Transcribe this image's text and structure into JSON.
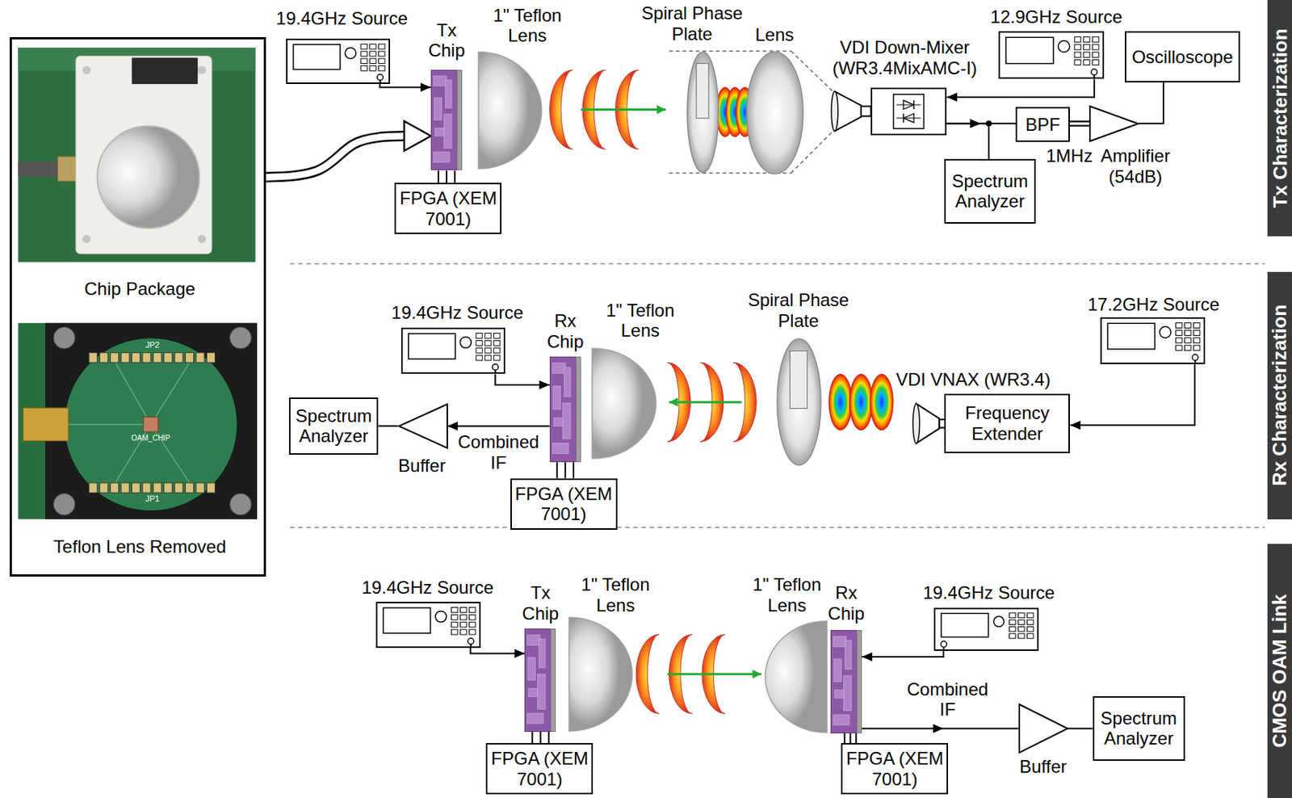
{
  "diagram": {
    "nodes": [
      {
        "text": [
          "Chip Package",
          "Teflon Lens Removed"
        ]
      },
      {
        "text": [
          "19.4GHz Source"
        ]
      },
      {
        "text": [
          "Tx Chip"
        ]
      },
      {
        "text": [
          "FPGA (XEM 7001)"
        ]
      },
      {
        "text": [
          "1\" Teflon Lens"
        ]
      },
      {
        "text": [
          "Spiral Phase Plate"
        ]
      },
      {
        "text": [
          "Lens"
        ]
      },
      {
        "text": [
          "VDI Down-Mixer (WR3.4MixAMC-I)"
        ]
      },
      {
        "text": [
          "12.9GHz Source"
        ]
      },
      {
        "text": [
          "Oscilloscope"
        ]
      },
      {
        "text": [
          "BPF",
          "1MHz"
        ]
      },
      {
        "text": [
          "Amplifier (54dB)"
        ]
      },
      {
        "text": [
          "Spectrum Analyzer"
        ]
      },
      {
        "text": [
          "Tx Characterization"
        ]
      },
      {
        "text": [
          "Spectrum Analyzer"
        ]
      },
      {
        "text": [
          "Buffer"
        ]
      },
      {
        "text": [
          "19.4GHz Source"
        ]
      },
      {
        "text": [
          "Rx Chip"
        ]
      },
      {
        "text": [
          "FPGA (XEM 7001)"
        ]
      },
      {
        "text": [
          "1\" Teflon Lens"
        ]
      },
      {
        "text": [
          "Spiral Phase Plate"
        ]
      },
      {
        "text": [
          "VDI VNAX (WR3.4)",
          "Frequency Extender"
        ]
      },
      {
        "text": [
          "17.2GHz Source"
        ]
      },
      {
        "text": [
          "Rx Characterization"
        ]
      },
      {
        "text": [
          "19.4GHz Source"
        ]
      },
      {
        "text": [
          "Tx Chip"
        ]
      },
      {
        "text": [
          "FPGA (XEM 7001)"
        ]
      },
      {
        "text": [
          "1\" Teflon Lens"
        ]
      },
      {
        "text": [
          "1\" Teflon Lens"
        ]
      },
      {
        "text": [
          "Rx Chip"
        ]
      },
      {
        "text": [
          "FPGA (XEM 7001)"
        ]
      },
      {
        "text": [
          "19.4GHz Source"
        ]
      },
      {
        "text": [
          "Buffer"
        ]
      },
      {
        "text": [
          "Spectrum Analyzer"
        ]
      },
      {
        "text": [
          "CMOS OAM Link"
        ]
      }
    ],
    "edges": [
      {
        "from": 0,
        "to": 2,
        "arrow": "to"
      },
      {
        "from": 1,
        "to": 2,
        "arrow": "to"
      },
      {
        "from": 3,
        "to": 2,
        "arrow": "none"
      },
      {
        "from": 3,
        "to": 2,
        "arrow": "none"
      },
      {
        "from": 3,
        "to": 2,
        "arrow": "none"
      },
      {
        "from": 8,
        "to": 7,
        "arrow": "to"
      },
      {
        "from": 7,
        "to": 10,
        "arrow": "to"
      },
      {
        "from": 7,
        "to": 12,
        "arrow": "to"
      },
      {
        "from": 10,
        "to": 11,
        "arrow": "none"
      },
      {
        "from": 11,
        "to": 9,
        "arrow": "none"
      },
      {
        "from": 16,
        "to": 17,
        "arrow": "to"
      },
      {
        "from": 18,
        "to": 17,
        "arrow": "none"
      },
      {
        "from": 18,
        "to": 17,
        "arrow": "none"
      },
      {
        "from": 18,
        "to": 17,
        "arrow": "none"
      },
      {
        "from": 17,
        "to": 15,
        "arrow": "to",
        "label": "Combined IF"
      },
      {
        "from": 15,
        "to": 14,
        "arrow": "none"
      },
      {
        "from": 22,
        "to": 21,
        "arrow": "to"
      },
      {
        "from": 24,
        "to": 25,
        "arrow": "to"
      },
      {
        "from": 26,
        "to": 25,
        "arrow": "none"
      },
      {
        "from": 26,
        "to": 25,
        "arrow": "none"
      },
      {
        "from": 26,
        "to": 25,
        "arrow": "none"
      },
      {
        "from": 31,
        "to": 29,
        "arrow": "to"
      },
      {
        "from": 29,
        "to": 32,
        "arrow": "to",
        "label": "Combined IF"
      },
      {
        "from": 32,
        "to": 33,
        "arrow": "none"
      },
      {
        "from": 30,
        "to": 29,
        "arrow": "none"
      },
      {
        "from": 30,
        "to": 29,
        "arrow": "none"
      },
      {
        "from": 30,
        "to": 29,
        "arrow": "none"
      }
    ],
    "labels": [
      "JP2",
      "OAM_CHIP",
      "JP1"
    ]
  }
}
